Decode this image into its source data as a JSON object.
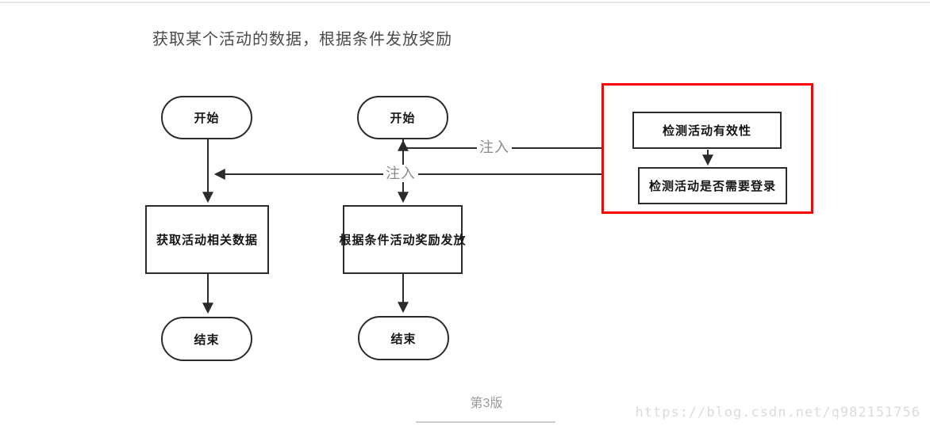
{
  "page": {
    "title": "获取某个活动的数据，根据条件发放奖励",
    "version_label": "第3版",
    "watermark": "https://blog.csdn.net/q982151756"
  },
  "flows": {
    "left": {
      "start": "开始",
      "process": "获取活动相关数据",
      "end": "结束"
    },
    "middle": {
      "start": "开始",
      "process": "根据条件活动奖励发放",
      "end": "结束"
    }
  },
  "injection": {
    "box_validity": "检测活动有效性",
    "box_login": "检测活动是否需要登录",
    "label_inject_1": "注入",
    "label_inject_2": "注入"
  },
  "colors": {
    "flow_line": "#2b2b2b",
    "highlight_border": "#fe0000",
    "inject_label_gray": "#8b8b8b",
    "watermark_gray": "#dcdcdc",
    "title_gray": "#4a4a4a"
  }
}
